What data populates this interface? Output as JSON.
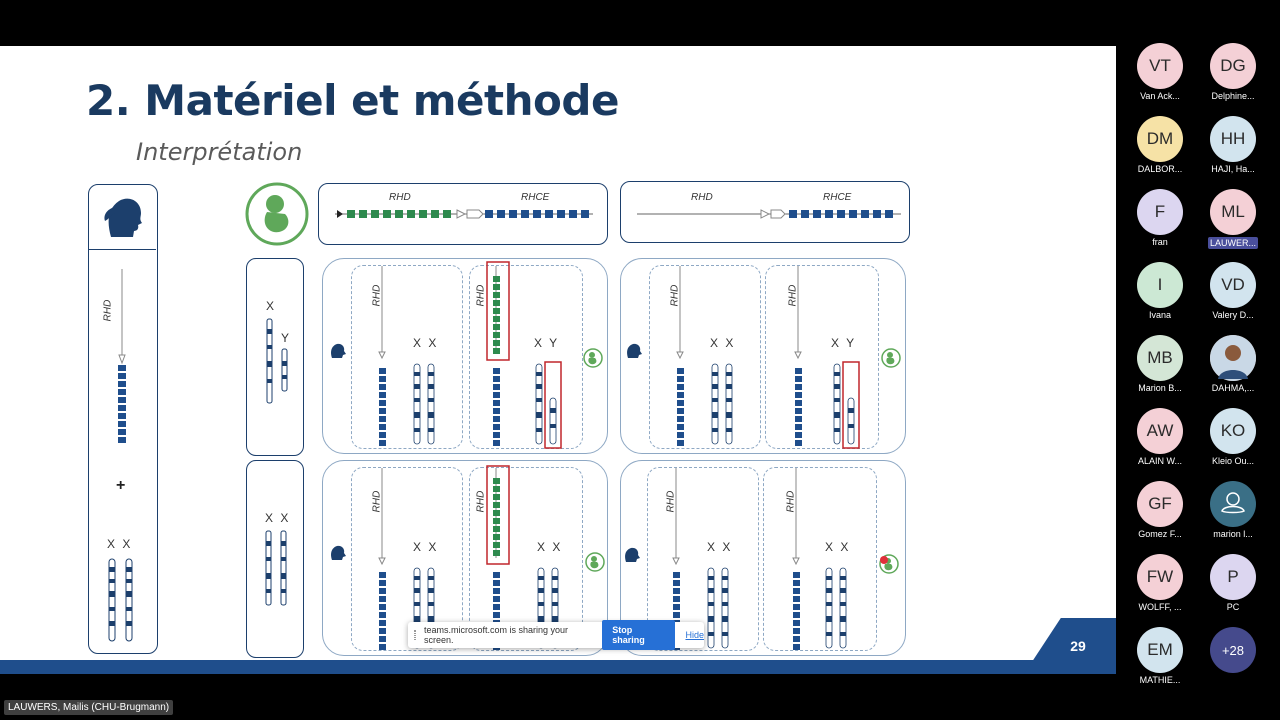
{
  "slide": {
    "title": "2. Matériel et méthode",
    "subtitle": "Interprétation",
    "page_number": "29",
    "genes": {
      "rhd": "RHD",
      "rhce": "RHCE"
    },
    "mother_chromosomes": "X X",
    "plus_sign": "+",
    "fetus_male_x": "X",
    "fetus_male_y": "Y",
    "fetus_female": "X X",
    "xx": "X X",
    "xy": "X Y"
  },
  "share_toast": {
    "message": "teams.microsoft.com is sharing your screen.",
    "stop_label": "Stop sharing",
    "hide_label": "Hide"
  },
  "participants": [
    {
      "initials": "VT",
      "name": "Van Ack...",
      "color": "#f4d0d6"
    },
    {
      "initials": "DG",
      "name": "Delphine...",
      "color": "#f4d0d6"
    },
    {
      "initials": "DM",
      "name": "DALBOR...",
      "color": "#f6e2a6"
    },
    {
      "initials": "HH",
      "name": "HAJI, Ha...",
      "color": "#d2e4ee"
    },
    {
      "initials": "F",
      "name": "fran",
      "color": "#dcd6f0"
    },
    {
      "initials": "ML",
      "name": "LAUWER...",
      "color": "#f4d0d6"
    },
    {
      "initials": "I",
      "name": "Ivana",
      "color": "#cce8d4"
    },
    {
      "initials": "VD",
      "name": "Valery D...",
      "color": "#d2e4ee"
    },
    {
      "initials": "MB",
      "name": "Marion B...",
      "color": "#d4e6d6"
    },
    {
      "initials": "",
      "name": "DAHMA,...",
      "color": "#c9a58a"
    },
    {
      "initials": "AW",
      "name": "ALAIN W...",
      "color": "#f4d0d6"
    },
    {
      "initials": "KO",
      "name": "Kleio Ou...",
      "color": "#d2e4ee"
    },
    {
      "initials": "GF",
      "name": "Gomez F...",
      "color": "#f4d0d6"
    },
    {
      "initials": "",
      "name": "marion l...",
      "color": "#3a6f86"
    },
    {
      "initials": "FW",
      "name": "WOLFF, ...",
      "color": "#f4d0d6"
    },
    {
      "initials": "P",
      "name": "PC",
      "color": "#dcd6f0"
    },
    {
      "initials": "EM",
      "name": "MATHIE...",
      "color": "#d2e4ee"
    },
    {
      "initials": "+28",
      "name": "",
      "color": "#454a8c"
    }
  ],
  "speaker": "LAUWERS, Mailis (CHU-Brugmann)",
  "colors": {
    "navy": "#1c3f6c",
    "gene_blue": "#1f4e8c",
    "gene_green": "#2e8a4e",
    "fetus_green": "#5fa85a",
    "red": "#c0262c"
  }
}
